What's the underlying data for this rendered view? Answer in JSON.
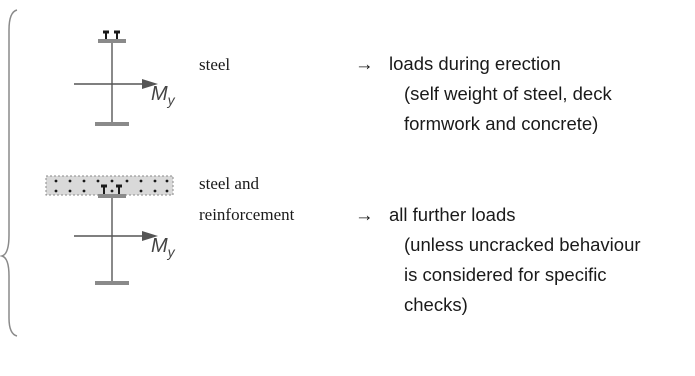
{
  "top_section": {
    "material_label": "steel",
    "arrow_glyph": "→",
    "loads_line1": "loads during erection",
    "loads_line2": "(self weight of steel, deck",
    "loads_line3": "formwork and concrete)",
    "moment_symbol": "M",
    "moment_subscript": "y"
  },
  "bottom_section": {
    "material_line1": "steel and",
    "material_line2": "reinforcement",
    "arrow_glyph": "→",
    "loads_line1": "all further loads",
    "loads_line2": "(unless uncracked behaviour",
    "loads_line3": "is considered for specific",
    "loads_line4": "checks)",
    "moment_symbol": "M",
    "moment_subscript": "y"
  },
  "colors": {
    "steel": "#8a8a8a",
    "concrete_fill": "#d9d9d9",
    "text": "#1a1a1a"
  }
}
